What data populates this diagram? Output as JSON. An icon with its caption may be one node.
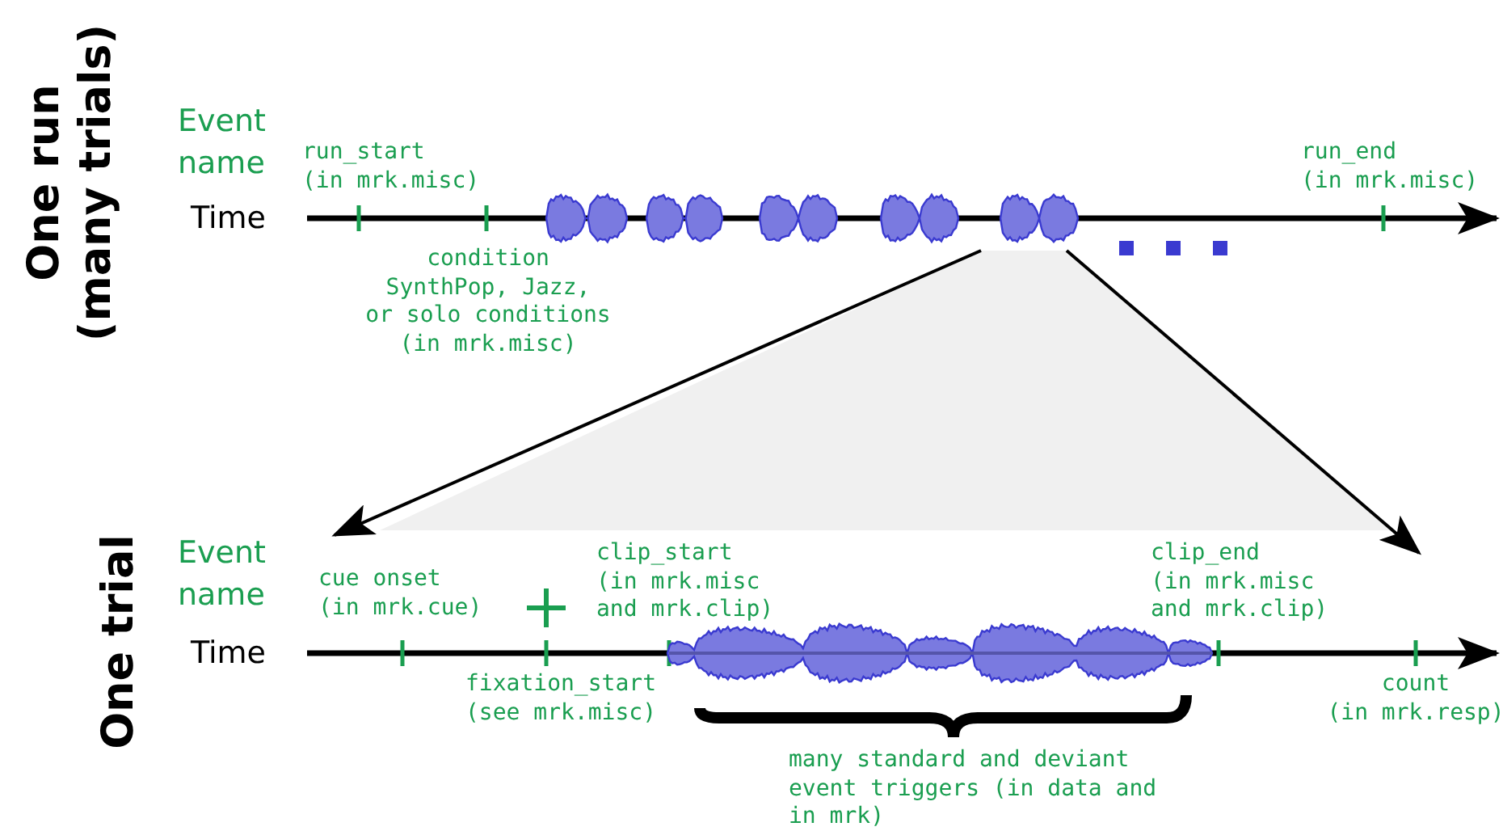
{
  "diagram": {
    "labels": [
      "One run (many trials)",
      "Event name",
      "run_start (in mrk.misc)",
      "run_end (in mrk.misc)",
      "Time",
      "condition SynthPop, Jazz, or solo conditions (in mrk.misc)",
      "One trial",
      "Event name",
      "cue onset (in mrk.cue)",
      "clip_start (in mrk.misc and mrk.clip)",
      "clip_end (in mrk.misc and mrk.clip)",
      "Time",
      "fixation_start (see mrk.misc)",
      "count (in mrk.resp)",
      "many standard and deviant event triggers (in data and in mrk)"
    ]
  }
}
